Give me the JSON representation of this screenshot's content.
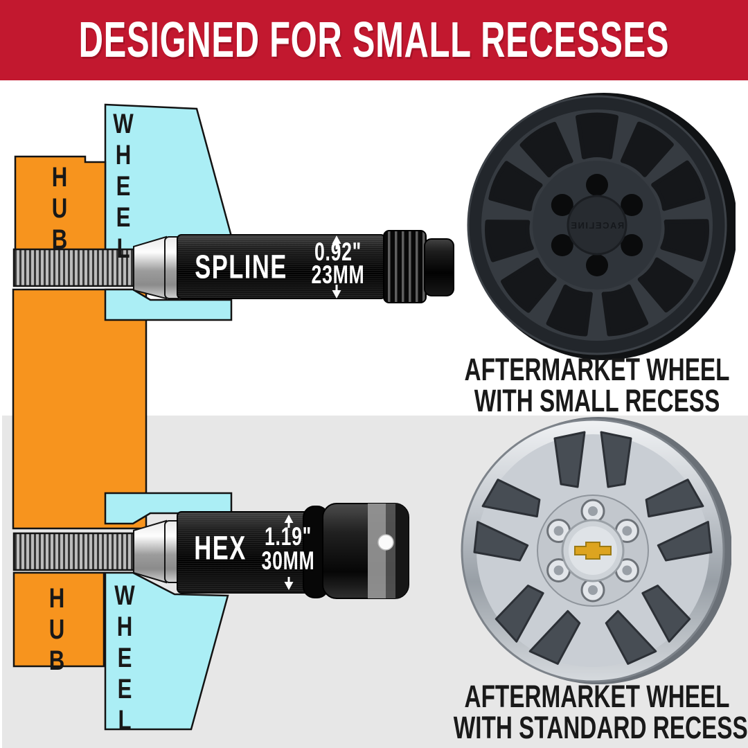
{
  "banner": {
    "title": "DESIGNED FOR SMALL RECESSES",
    "bg_color": "#C2182F",
    "text_color": "#FFFFFF"
  },
  "colors": {
    "hub_orange": "#F7941E",
    "wheel_cyan": "#ABEEF5",
    "panel_gray": "#E7E7E7",
    "outline_black": "#131313",
    "nut_black": "#0D0D0D"
  },
  "top_diagram": {
    "hub_label": "HUB",
    "wheel_label": "WHEEL",
    "nut_type_label": "SPLINE",
    "recess_depth_in": "0.92\"",
    "recess_depth_mm": "23MM",
    "caption_line1": "AFTERMARKET WHEEL",
    "caption_line2": "WITH SMALL RECESS",
    "wheel_center_cap_text": "RACELINE"
  },
  "bottom_diagram": {
    "hub_label": "HUB",
    "wheel_label": "WHEEL",
    "nut_type_label": "HEX",
    "recess_depth_in": "1.19\"",
    "recess_depth_mm": "30MM",
    "caption_line1": "AFTERMARKET WHEEL",
    "caption_line2": "WITH STANDARD RECESS"
  }
}
